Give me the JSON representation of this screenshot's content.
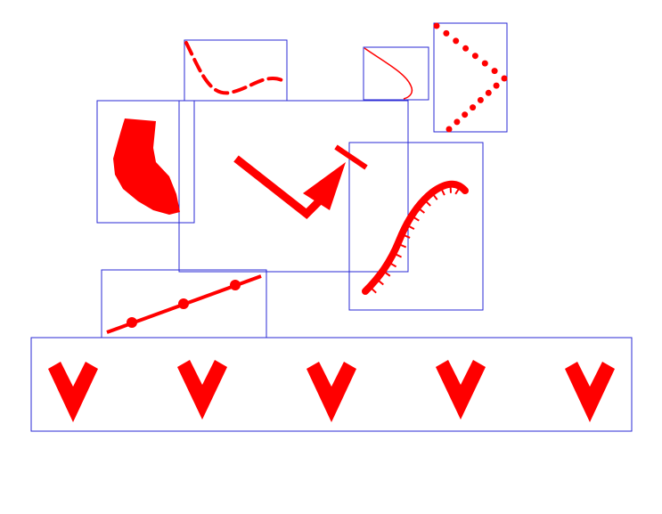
{
  "colors": {
    "box": "#2a2ad6",
    "shape": "#ff0000",
    "background": "#ffffff"
  },
  "shapes": [
    "sock-glyph",
    "dashed-wave-curve",
    "thin-s-curve",
    "dotted-chevron",
    "bent-arrow-with-bar",
    "hatched-curve",
    "line-with-dots",
    "v-chevron-row"
  ],
  "v_chevron_count": 5
}
